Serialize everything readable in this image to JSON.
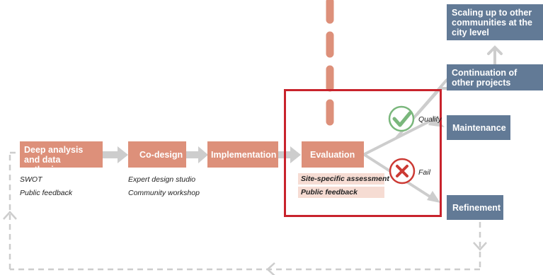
{
  "steps": {
    "deep_analysis": "Deep analysis and data gathering",
    "codesign": "Co-design",
    "implementation": "Implementation",
    "evaluation": "Evaluation"
  },
  "outcomes": {
    "scaling": "Scaling up to other communities at the city level",
    "continuation": "Continuation of other projects",
    "maintenance": "Maintenance",
    "refinement": "Refinement"
  },
  "notes": {
    "swot": "SWOT",
    "public_feedback_1": "Public feedback",
    "expert_studio": "Expert design studio",
    "community_workshop": "Community workshop"
  },
  "evaluation_tags": {
    "site_assessment": "Site-specific assessment",
    "public_feedback": "Public feedback"
  },
  "decision": {
    "qualify": "Qualify",
    "fail": "Fail"
  },
  "colors": {
    "step": "#dd907a",
    "outcome": "#627a96",
    "highlight": "#c8232c",
    "qualify": "#7ab77c",
    "fail": "#cc3a34",
    "arrow": "#cdcdcd"
  }
}
